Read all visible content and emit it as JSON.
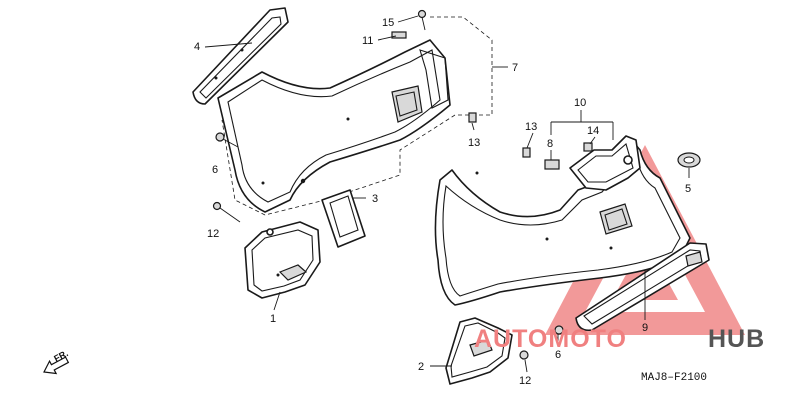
{
  "diagram": {
    "callouts": {
      "c1": "1",
      "c2": "2",
      "c3": "3",
      "c4": "4",
      "c5": "5",
      "c6a": "6",
      "c6b": "6",
      "c7": "7",
      "c8": "8",
      "c9": "9",
      "c10": "10",
      "c11": "11",
      "c12a": "12",
      "c12b": "12",
      "c13": "13",
      "c13b": "13",
      "c14": "14",
      "c15": "15"
    },
    "direction_label": "FR.",
    "drawing_code": "MAJ8–F2100"
  },
  "watermark": {
    "word_auto": "AUTOMOTO",
    "word_hub": "HUB",
    "colors": {
      "primary": "#f08080",
      "secondary": "#555555"
    }
  }
}
